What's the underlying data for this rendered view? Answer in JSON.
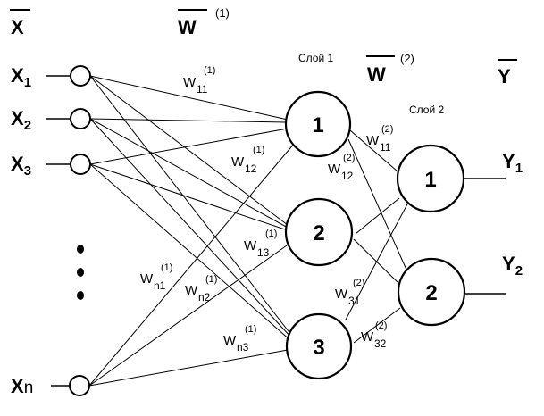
{
  "vectors": {
    "x": "X",
    "w1": {
      "base": "W",
      "sup": "(1)"
    },
    "w2": {
      "base": "W",
      "sup": "(2)"
    },
    "y": "Y"
  },
  "layer_labels": {
    "layer1": "Слой 1",
    "layer2": "Слой 2"
  },
  "inputs": [
    {
      "base": "X",
      "sub": "1"
    },
    {
      "base": "X",
      "sub": "2"
    },
    {
      "base": "X",
      "sub": "3"
    },
    {
      "base": "X",
      "sub": "n"
    }
  ],
  "hidden_nodes": [
    "1",
    "2",
    "3"
  ],
  "output_nodes": [
    "1",
    "2"
  ],
  "outputs": [
    {
      "base": "Y",
      "sub": "1"
    },
    {
      "base": "Y",
      "sub": "2"
    }
  ],
  "weights": [
    {
      "base": "W",
      "sub": "11",
      "sup": "(1)"
    },
    {
      "base": "W",
      "sub": "12",
      "sup": "(1)"
    },
    {
      "base": "W",
      "sub": "13",
      "sup": "(1)"
    },
    {
      "base": "W",
      "sub": "n1",
      "sup": "(1)"
    },
    {
      "base": "W",
      "sub": "n2",
      "sup": "(1)"
    },
    {
      "base": "W",
      "sub": "n3",
      "sup": "(1)"
    },
    {
      "base": "W",
      "sub": "11",
      "sup": "(2)"
    },
    {
      "base": "W",
      "sub": "12",
      "sup": "(2)"
    },
    {
      "base": "W",
      "sub": "31",
      "sup": "(2)"
    },
    {
      "base": "W",
      "sub": "32",
      "sup": "(2)"
    }
  ]
}
